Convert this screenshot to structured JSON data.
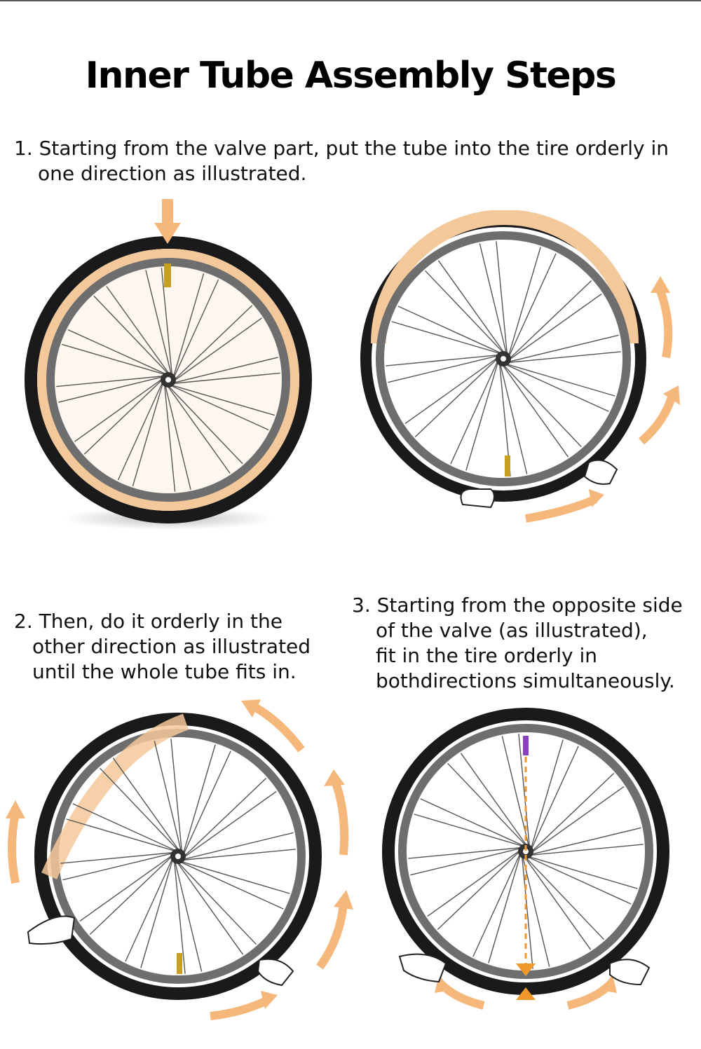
{
  "title": "Inner Tube Assembly Steps",
  "steps": [
    {
      "lines": [
        "1. Starting from the valve part, put the tube into the tire orderly in",
        "one direction as illustrated."
      ]
    },
    {
      "lines": [
        "2. Then, do it orderly in the",
        "other direction as illustrated",
        "until the whole tube fits in."
      ]
    },
    {
      "lines": [
        "3. Starting from the opposite side",
        "of the valve (as illustrated),",
        "fit in the tire orderly in",
        "bothdirections simultaneously."
      ]
    }
  ],
  "colors": {
    "tire": "#1a1a1a",
    "rim": "#6e6e6e",
    "tube": "#f3c89a",
    "arrow": "#f6b77a",
    "valve": "#c8a020",
    "valve_step3": "#8a3fbf"
  }
}
